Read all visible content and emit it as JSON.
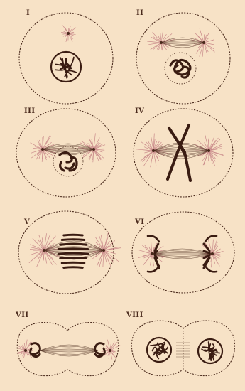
{
  "plate": {
    "colors": {
      "paper": "#f7e2c6",
      "ink": "#4a2a1c",
      "aster": "#c98a8a",
      "chromosome": "#3a1c12"
    },
    "stages": [
      {
        "label": "I"
      },
      {
        "label": "II"
      },
      {
        "label": "III"
      },
      {
        "label": "IV"
      },
      {
        "label": "V"
      },
      {
        "label": "VI"
      },
      {
        "label": "VII"
      },
      {
        "label": "VIII"
      }
    ]
  }
}
